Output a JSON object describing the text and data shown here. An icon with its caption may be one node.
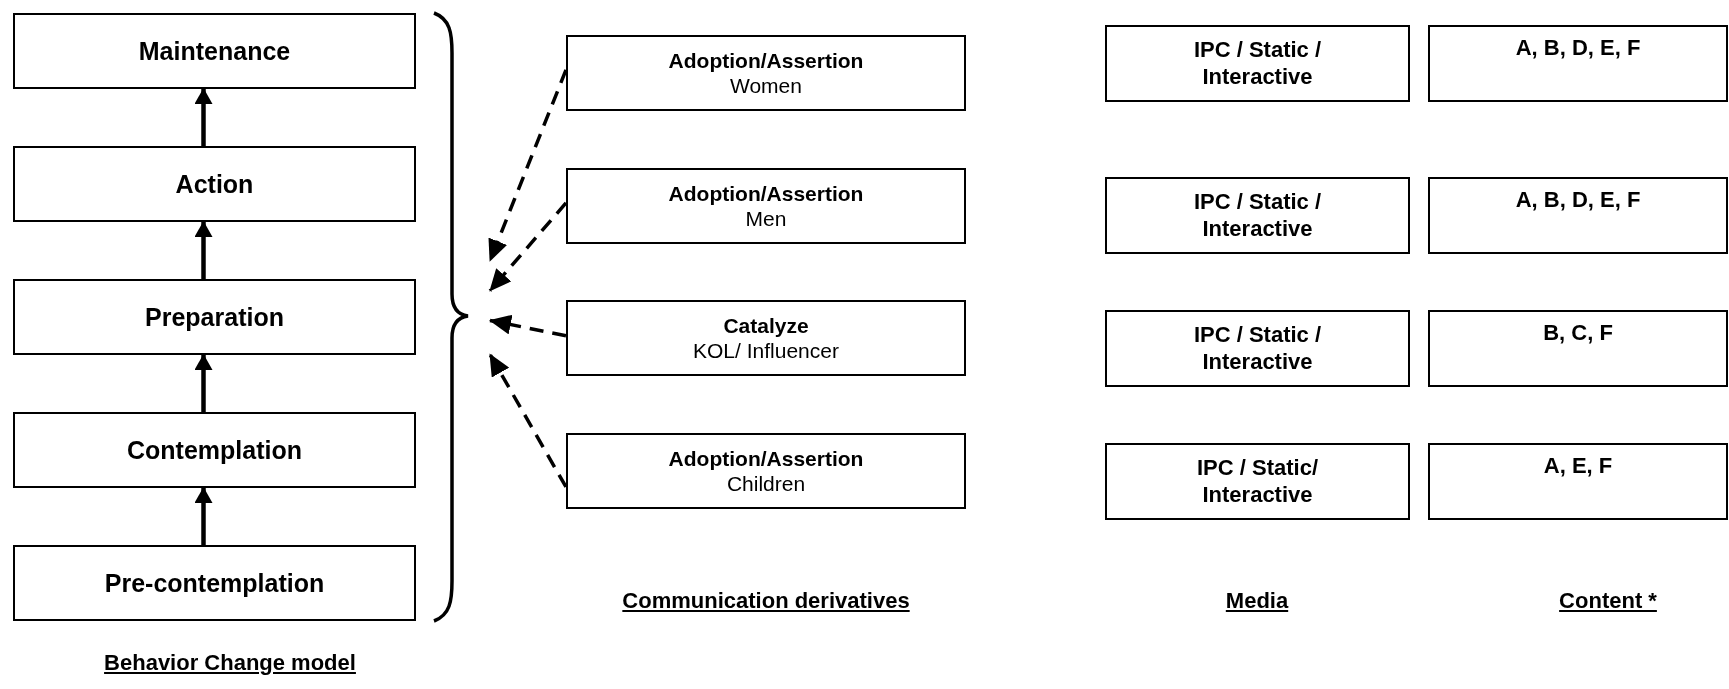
{
  "diagram": {
    "nodes": [
      {
        "text": [
          "Maintenance"
        ]
      },
      {
        "text": [
          "Action"
        ]
      },
      {
        "text": [
          "Preparation"
        ]
      },
      {
        "text": [
          "Contemplation"
        ]
      },
      {
        "text": [
          "Pre-contemplation"
        ]
      },
      {
        "text": [],
        "shape": "brace"
      },
      {
        "text": [
          "Adoption/Assertion",
          "Women"
        ]
      },
      {
        "text": [
          "Adoption/Assertion",
          "Men"
        ]
      },
      {
        "text": [
          "Catalyze",
          "KOL/ Influencer"
        ]
      },
      {
        "text": [
          "Adoption/Assertion",
          "Children"
        ]
      },
      {
        "text": [
          "IPC / Static / Interactive"
        ]
      },
      {
        "text": [
          "A, B, D, E, F"
        ]
      },
      {
        "text": [
          "IPC / Static / Interactive"
        ]
      },
      {
        "text": [
          "A, B, D, E, F"
        ]
      },
      {
        "text": [
          "IPC / Static / Interactive"
        ]
      },
      {
        "text": [
          "B, C, F"
        ]
      },
      {
        "text": [
          "IPC / Static/ Interactive"
        ]
      },
      {
        "text": [
          "A, E, F"
        ]
      }
    ],
    "edges": [
      {
        "from": 4,
        "to": 3,
        "arrow": "to"
      },
      {
        "from": 3,
        "to": 2,
        "arrow": "to"
      },
      {
        "from": 2,
        "to": 1,
        "arrow": "to"
      },
      {
        "from": 1,
        "to": 0,
        "arrow": "to"
      },
      {
        "from": 6,
        "to": 5,
        "arrow": "to",
        "style": "dashed"
      },
      {
        "from": 7,
        "to": 5,
        "arrow": "to",
        "style": "dashed"
      },
      {
        "from": 8,
        "to": 5,
        "arrow": "to",
        "style": "dashed"
      },
      {
        "from": 9,
        "to": 5,
        "arrow": "to",
        "style": "dashed"
      }
    ],
    "labels": [
      "Communication derivatives",
      "Media",
      "Content *",
      "Behavior Change model"
    ]
  }
}
